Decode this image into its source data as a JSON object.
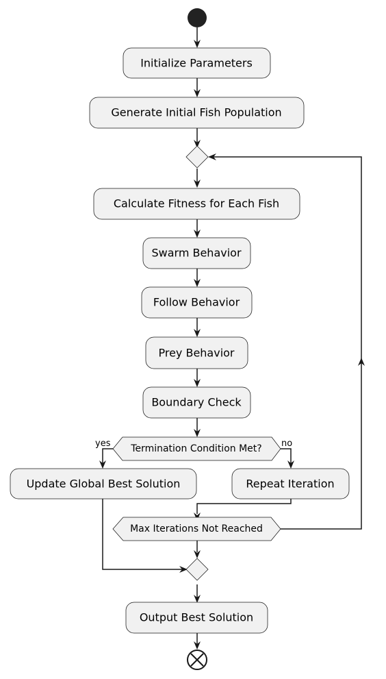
{
  "nodes": {
    "init_params": "Initialize Parameters",
    "gen_population": "Generate Initial Fish Population",
    "calc_fitness": "Calculate Fitness for Each Fish",
    "swarm": "Swarm Behavior",
    "follow": "Follow Behavior",
    "prey": "Prey Behavior",
    "boundary": "Boundary Check",
    "termination": "Termination Condition Met?",
    "update_best": "Update Global Best Solution",
    "repeat": "Repeat Iteration",
    "max_iter": "Max Iterations Not Reached",
    "output": "Output Best Solution"
  },
  "branches": {
    "yes": "yes",
    "no": "no"
  },
  "colors": {
    "node_fill": "#f1f1f1",
    "stroke": "#181818",
    "start_fill": "#222222"
  },
  "icons": {
    "start": "filled-circle",
    "end": "circle-x"
  }
}
